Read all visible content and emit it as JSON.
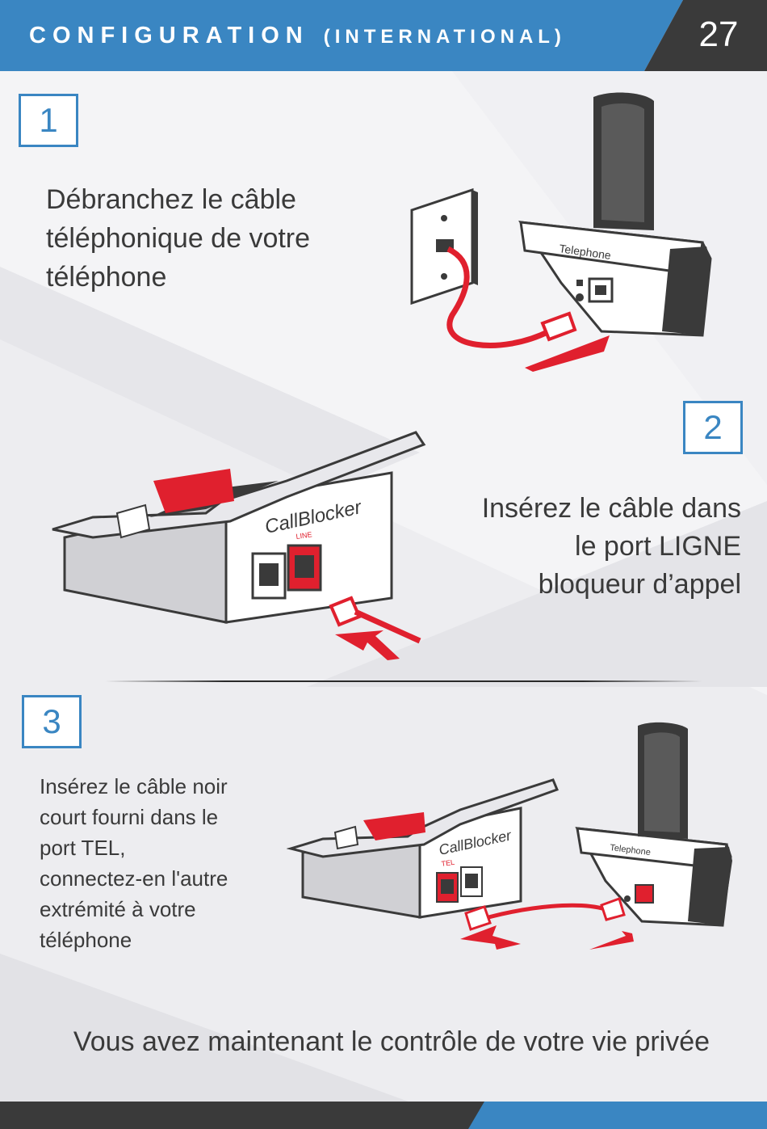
{
  "header": {
    "title": "CONFIGURATION",
    "subtitle": "(INTERNATIONAL)",
    "page_number": "27"
  },
  "steps": [
    {
      "number": "1",
      "text": "Débranchez le câble\ntéléphonique de votre\ntéléphone"
    },
    {
      "number": "2",
      "text": "Insérez le câble dans\nle port LIGNE\nbloqueur d’appel"
    },
    {
      "number": "3",
      "text": "Insérez le câble noir\ncourt fourni dans le\nport TEL,\nconnectez-en l'autre\nextrémité à votre\ntéléphone"
    }
  ],
  "device_labels": {
    "telephone": "Telephone",
    "callblocker": "CallBlocker",
    "line_port": "LINE",
    "tel_port": "TEL"
  },
  "footer": {
    "text": "Vous avez maintenant le contrôle de votre vie privée"
  },
  "colors": {
    "accent_blue": "#3a86c2",
    "dark_gray": "#3a3a3a",
    "cable_red": "#e0202e"
  }
}
